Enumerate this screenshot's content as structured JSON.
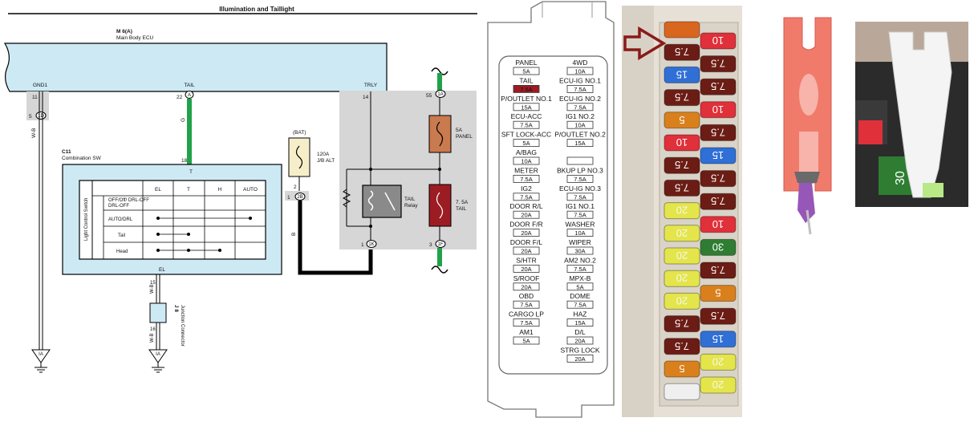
{
  "diagram": {
    "title": "Illumination and Taillight",
    "ecu_id": "M 6(A)",
    "ecu_name": "Main Body ECU",
    "ecu_pins": {
      "gnd1": "GND1",
      "tail": "TAIL",
      "trly": "TRLY"
    },
    "pin_numbers": {
      "p11": "11",
      "p22": "22",
      "p14": "14",
      "p55": "55",
      "p18": "18",
      "p5": "5",
      "p2": "2",
      "p1a": "1",
      "p1b": "1",
      "p3": "3",
      "p15": "15",
      "p16": "16"
    },
    "connector_codes": {
      "ecu_tail": "A",
      "gnd": "1D",
      "panel_top": "1A",
      "bat": "2B",
      "relay": "1K",
      "tail_bot": "1F"
    },
    "wire_colors": {
      "gnd": "W-B",
      "tail": "G",
      "bat": "B",
      "jc1": "W-B",
      "jc2": "W-B"
    },
    "switch": {
      "id": "C11",
      "name": "Combination SW",
      "pin_t": "T",
      "pin_el": "EL",
      "side_label": "Light Control Switch",
      "columns": [
        "EL",
        "T",
        "H",
        "AUTO"
      ],
      "rows": [
        "OFF/Off/ DRL-OFF",
        "AUTO/DRL",
        "Tail",
        "Head"
      ]
    },
    "bat": {
      "label": "(BAT)",
      "fuse": "120A",
      "fuse_loc": "J/B ALT"
    },
    "panel_fuse": {
      "amp": "5A",
      "name": "PANEL"
    },
    "tail_fuse": {
      "amp": "7. 5A",
      "name": "TAIL"
    },
    "relay": {
      "name": "TAIL",
      "sub": "Relay"
    },
    "junction": {
      "id": "J 8",
      "name": "Junction Connector"
    },
    "ground": [
      "IA",
      "IA"
    ]
  },
  "fusebox": {
    "left": [
      {
        "name": "PANEL",
        "amp": "5A"
      },
      {
        "name": "TAIL",
        "amp": "7.5A",
        "highlight": true
      },
      {
        "name": "P/OUTLET NO.1",
        "amp": "15A"
      },
      {
        "name": "ECU-ACC",
        "amp": "7.5A"
      },
      {
        "name": "SFT LOCK-ACC",
        "amp": "5A"
      },
      {
        "name": "A/BAG",
        "amp": "10A"
      },
      {
        "name": "METER",
        "amp": "7.5A"
      },
      {
        "name": "IG2",
        "amp": "7.5A"
      },
      {
        "name": "DOOR R/L",
        "amp": "20A"
      },
      {
        "name": "DOOR F/R",
        "amp": "20A"
      },
      {
        "name": "DOOR F/L",
        "amp": "20A"
      },
      {
        "name": "S/HTR",
        "amp": "20A"
      },
      {
        "name": "S/ROOF",
        "amp": "20A"
      },
      {
        "name": "OBD",
        "amp": "7.5A"
      },
      {
        "name": "CARGO LP",
        "amp": "7.5A"
      },
      {
        "name": "AM1",
        "amp": "5A"
      }
    ],
    "right": [
      {
        "name": "4WD",
        "amp": "10A"
      },
      {
        "name": "ECU-IG NO.1",
        "amp": "7.5A"
      },
      {
        "name": "ECU-IG NO.2",
        "amp": "7.5A"
      },
      {
        "name": "IG1 NO.2",
        "amp": "10A"
      },
      {
        "name": "P/OUTLET NO.2",
        "amp": "15A"
      },
      {
        "name": "",
        "amp": ""
      },
      {
        "name": "BKUP LP NO.3",
        "amp": "7.5A"
      },
      {
        "name": "ECU-IG NO.3",
        "amp": "7.5A"
      },
      {
        "name": "IG1 NO.1",
        "amp": "7.5A"
      },
      {
        "name": "WASHER",
        "amp": "10A"
      },
      {
        "name": "WIPER",
        "amp": "30A"
      },
      {
        "name": "AM2 NO.2",
        "amp": "7.5A"
      },
      {
        "name": "MPX-B",
        "amp": "5A"
      },
      {
        "name": "DOME",
        "amp": "7.5A"
      },
      {
        "name": "HAZ",
        "amp": "15A"
      },
      {
        "name": "D/L",
        "amp": "20A"
      },
      {
        "name": "STRG LOCK",
        "amp": "20A"
      }
    ]
  },
  "photo": {
    "left_col": [
      "",
      "7.5",
      "15",
      "7.5",
      "5",
      "10",
      "7.5",
      "7.5",
      "20",
      "20",
      "20",
      "20",
      "20",
      "7.5",
      "7.5",
      "5",
      ""
    ],
    "right_col": [
      "10",
      "7.5",
      "7.5",
      "10",
      "7.5",
      "15",
      "7.5",
      "7.5",
      "10",
      "30",
      "7.5",
      "5",
      "7.5",
      "15",
      "20",
      "20"
    ],
    "left_colors": [
      "#d9661f",
      "#6b1d15",
      "#2f6fd6",
      "#6b1d15",
      "#d9801c",
      "#e0303a",
      "#6b1d15",
      "#6b1d15",
      "#e3e54a",
      "#e3e54a",
      "#e3e54a",
      "#e3e54a",
      "#e3e54a",
      "#6b1d15",
      "#6b1d15",
      "#d9801c",
      "#efefef"
    ],
    "right_colors": [
      "#e0303a",
      "#6b1d15",
      "#6b1d15",
      "#e0303a",
      "#6b1d15",
      "#2f6fd6",
      "#6b1d15",
      "#6b1d15",
      "#e0303a",
      "#2e7d32",
      "#6b1d15",
      "#d9801c",
      "#6b1d15",
      "#2f6fd6",
      "#e3e54a",
      "#e3e54a"
    ],
    "puller_fuse": "30"
  },
  "colors": {
    "ecu_fill": "#cde9f4",
    "wire_green": "#1fa24a",
    "relay_area": "#d6d6d6",
    "panel_fuse": "#c97a4e",
    "tail_fuse": "#9c1c24",
    "bat_fuse": "#f6eec9",
    "arrow": "#8a1a1a"
  }
}
